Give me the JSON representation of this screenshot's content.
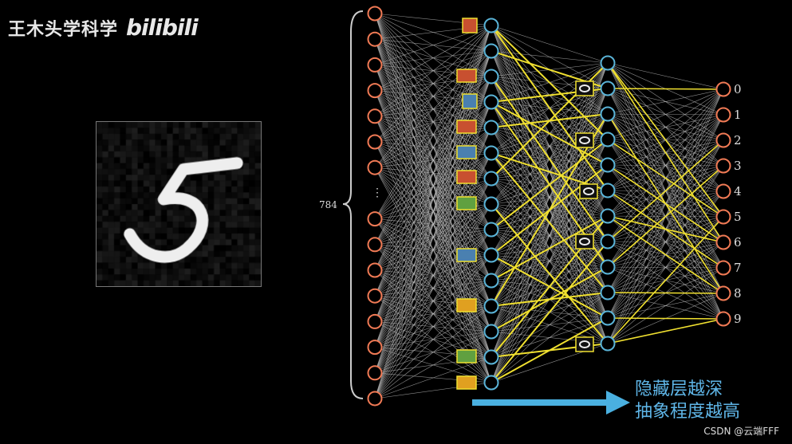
{
  "header": {
    "title": "王木头学科学",
    "logo_text": "bilibili"
  },
  "diagram": {
    "input_count_label": "784",
    "ellipsis": "⋮",
    "output_labels": [
      "0",
      "1",
      "2",
      "3",
      "4",
      "5",
      "6",
      "7",
      "8",
      "9"
    ],
    "caption_line1": "隐藏层越深",
    "caption_line2": "抽象程度越高",
    "input_node_color": "#f07a55",
    "hidden_node_color": "#5ab4d8",
    "highlight_color": "#f0e030",
    "caption_color": "#5fb6e8"
  },
  "footer": {
    "credit": "CSDN @云端FFF"
  }
}
